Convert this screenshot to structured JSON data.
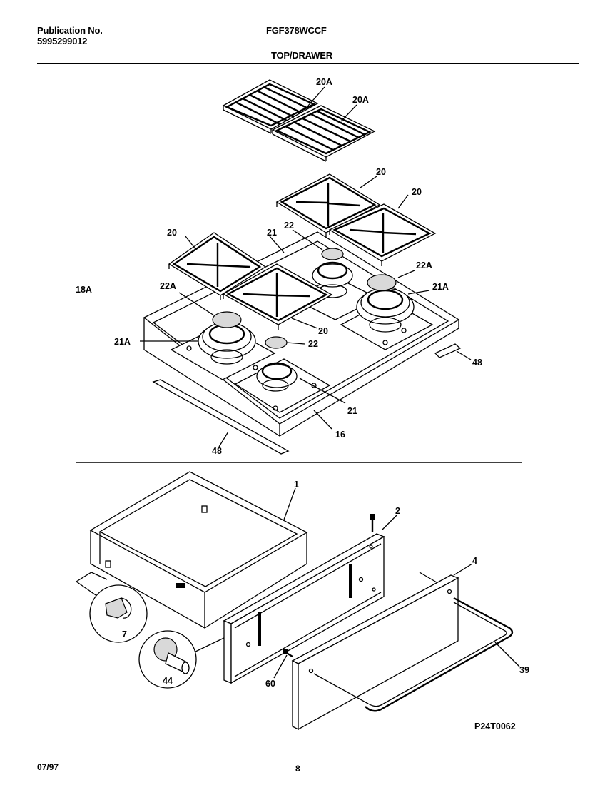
{
  "header": {
    "publication_label": "Publication No.",
    "publication_number": "5995299012",
    "model": "FGF378WCCF",
    "section": "TOP/DRAWER"
  },
  "callouts": {
    "grate_20A_a": "20A",
    "grate_20A_b": "20A",
    "grate_20_a": "20",
    "grate_20_b": "20",
    "grate_20_c": "20",
    "grate_20_d": "20",
    "burner_21_a": "21",
    "burner_21_b": "21",
    "cap_22_a": "22",
    "cap_22_b": "22",
    "cap_22A_a": "22A",
    "cap_22A_b": "22A",
    "burner_21A_a": "21A",
    "burner_21A_b": "21A",
    "top_18A": "18A",
    "top_16": "16",
    "trim_48_a": "48",
    "trim_48_b": "48",
    "drawer_1": "1",
    "panel_2": "2",
    "front_4": "4",
    "roller_7": "7",
    "handle_39": "39",
    "bumper_44": "44",
    "pin_60": "60"
  },
  "figure_code": "P24T0062",
  "footer": {
    "date": "07/97",
    "page": "8"
  }
}
